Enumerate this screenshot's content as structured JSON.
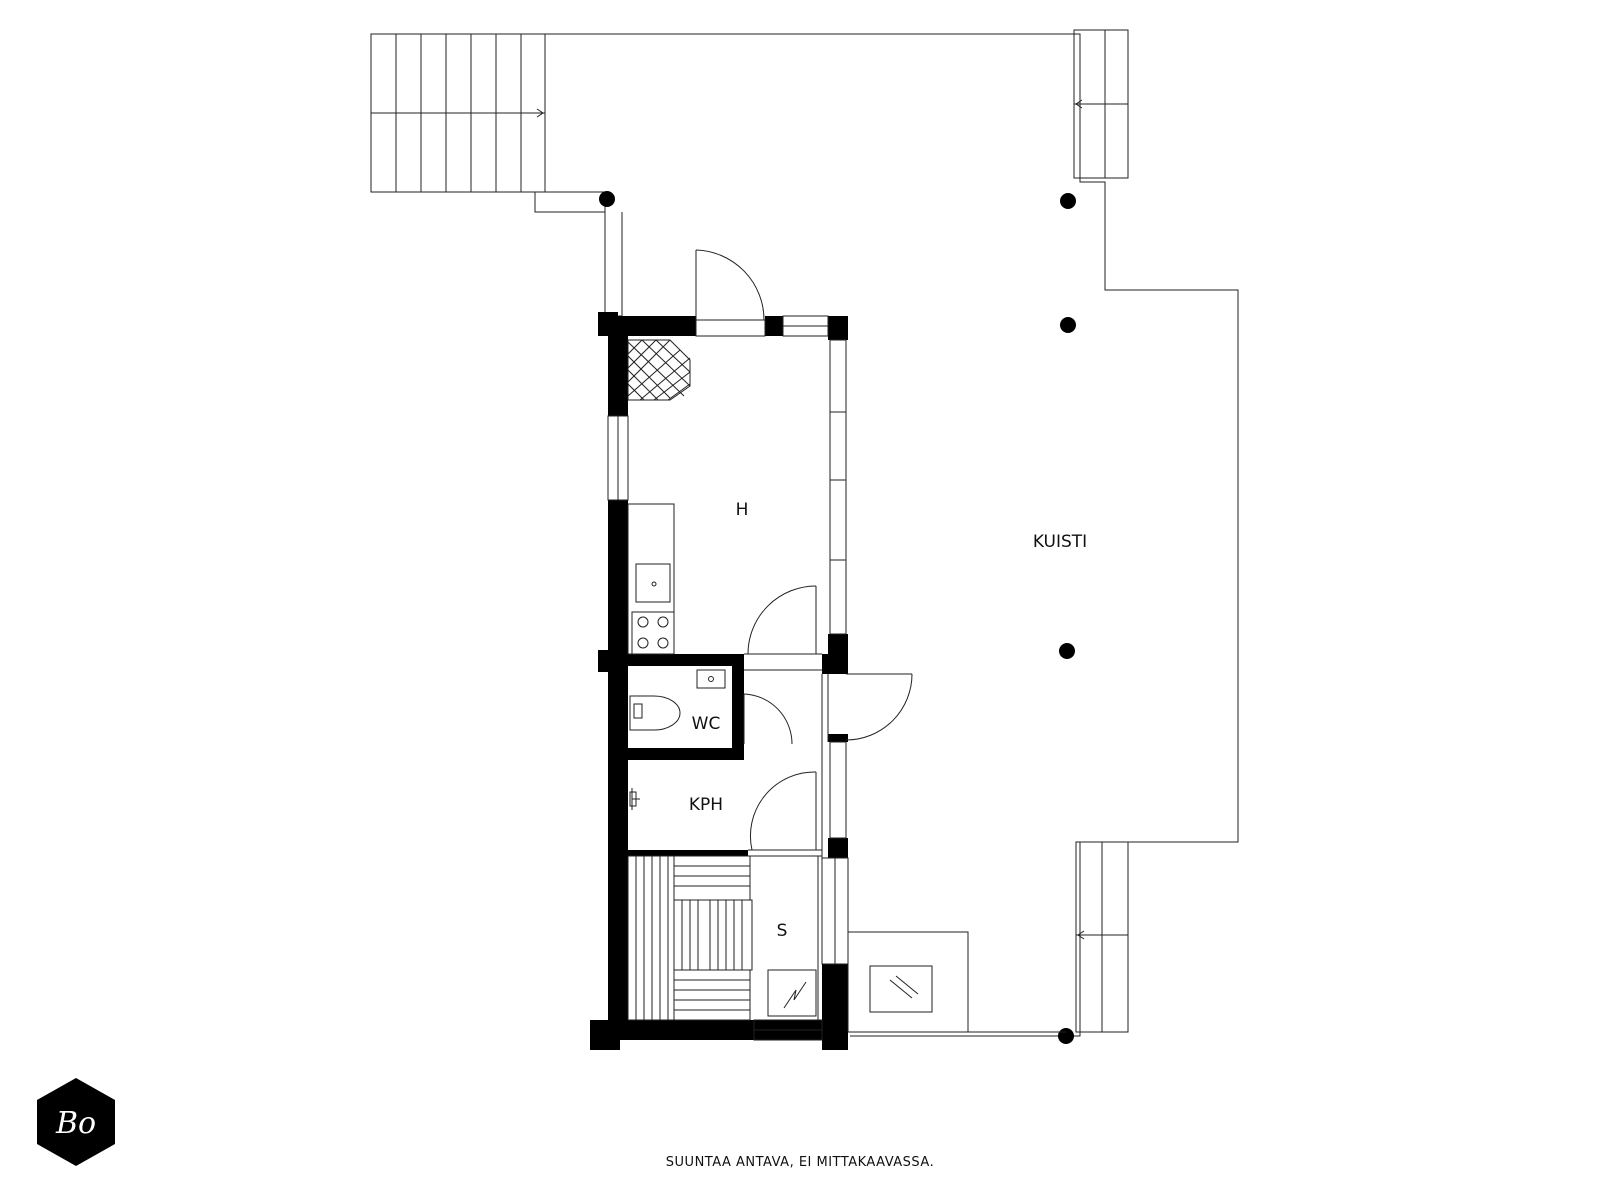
{
  "rooms": {
    "h": "H",
    "kuisti": "KUISTI",
    "wc": "WC",
    "kph": "KPH",
    "s": "S"
  },
  "footer": {
    "disclaimer": "SUUNTAA ANTAVA, EI MITTAKAAVASSA."
  },
  "logo": {
    "text": "Bo",
    "color": "#000000"
  },
  "colors": {
    "wall": "#000000",
    "line": "#222222",
    "background": "#ffffff"
  }
}
